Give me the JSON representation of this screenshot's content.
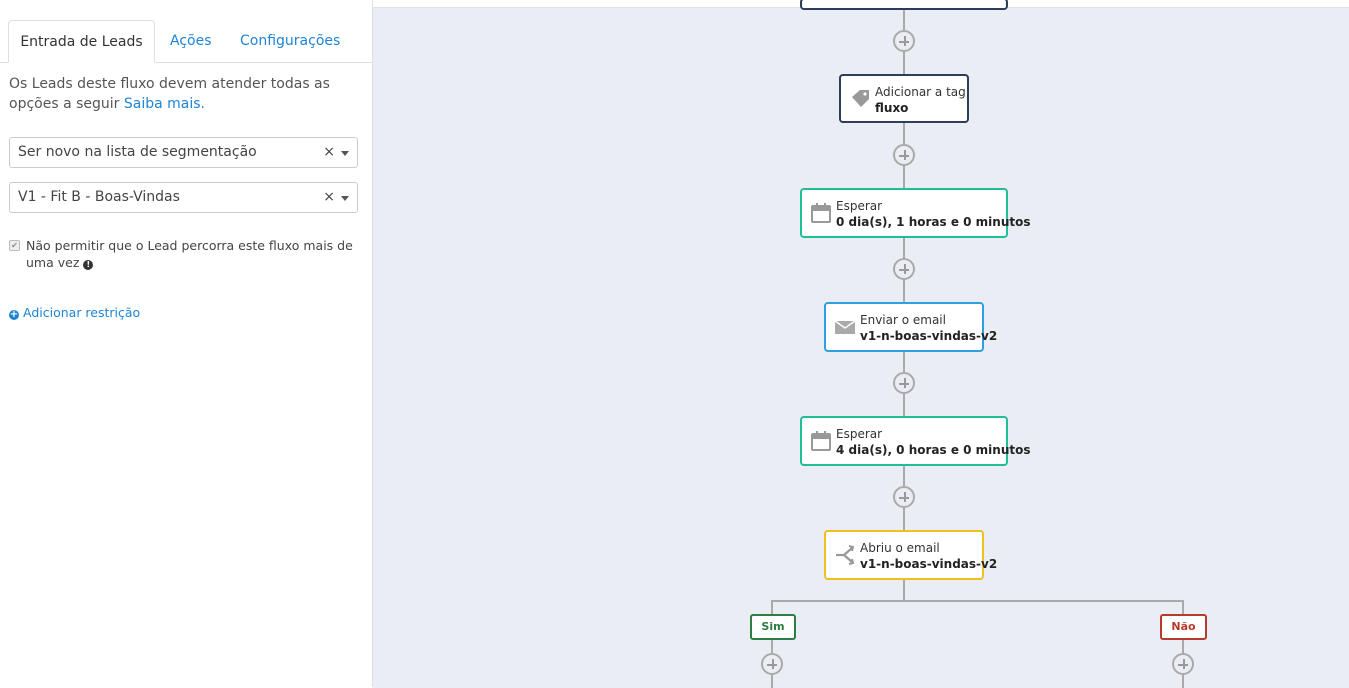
{
  "tabs": {
    "entrada": "Entrada de Leads",
    "acoes": "Ações",
    "config": "Configurações"
  },
  "description": {
    "text": "Os Leads deste fluxo devem atender todas as opções a seguir",
    "link": "Saiba mais."
  },
  "filters": [
    {
      "value": "Ser novo na lista de segmentação",
      "clear": "×"
    },
    {
      "value": "V1 - Fit B - Boas-Vindas",
      "clear": "×"
    }
  ],
  "checkbox": {
    "label": "Não permitir que o Lead percorra este fluxo mais de uma vez",
    "checked": true,
    "mark": "✔",
    "info": "!"
  },
  "add_restriction": {
    "label": "Adicionar restrição",
    "icon": "+"
  },
  "flow": {
    "tag_node": {
      "label": "Adicionar a tag",
      "value": "fluxo",
      "icon": "tag-icon"
    },
    "wait_1": {
      "label": "Esperar",
      "value": "0 dia(s), 1 horas e 0 minutos",
      "icon": "calendar-icon"
    },
    "email_node": {
      "label": "Enviar o email",
      "value": "v1-n-boas-vindas-v2",
      "icon": "envelope-icon"
    },
    "wait_2": {
      "label": "Esperar",
      "value": "4 dia(s), 0 horas e 0 minutos",
      "icon": "calendar-icon"
    },
    "cond_node": {
      "label": "Abriu o email",
      "value": "v1-n-boas-vindas-v2",
      "icon": "branch-icon"
    },
    "branch_yes": "Sim",
    "branch_no": "Não"
  },
  "colors": {
    "link": "#1f84d6",
    "tag_border": "#2e3d5c",
    "wait_border": "#1fbf9a",
    "email_border": "#2e9fe0",
    "cond_border": "#f0c11d",
    "yes": "#2e7d42",
    "no": "#b53b2d"
  }
}
